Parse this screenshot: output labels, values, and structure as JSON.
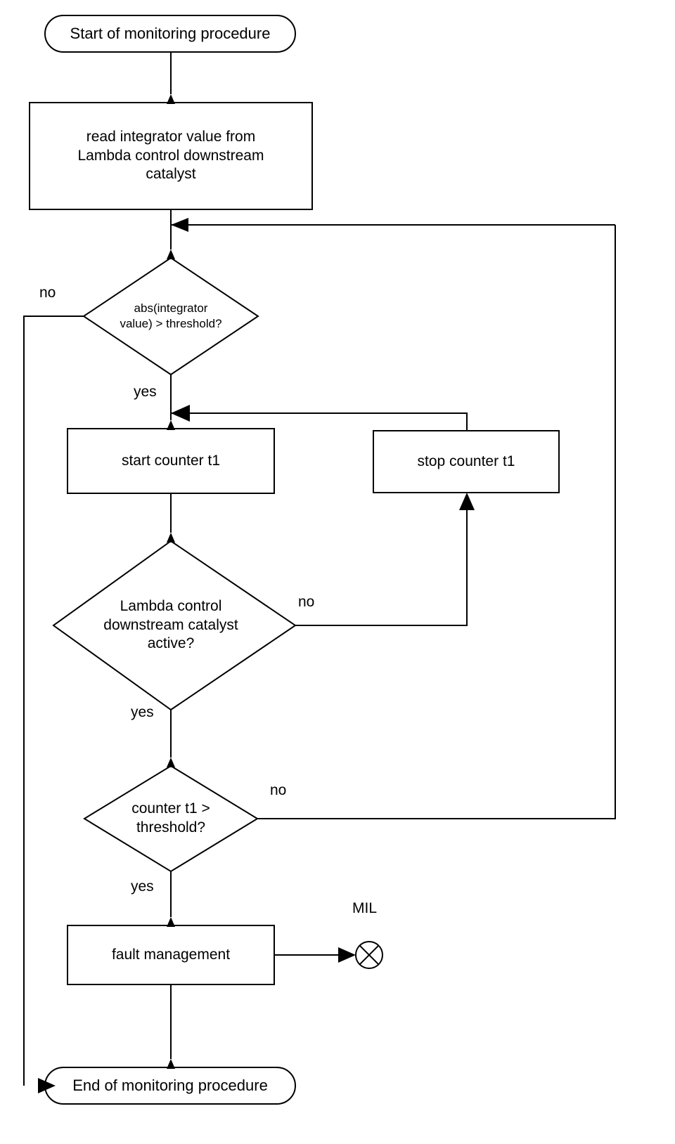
{
  "diagram": {
    "title": "Monitoring procedure flowchart",
    "stroke_color": "#000000",
    "fill_color": "#ffffff",
    "text_color": "#000000"
  },
  "nodes": {
    "start": {
      "label": "Start of monitoring procedure",
      "shape": "terminator"
    },
    "read_integrator": {
      "label": "read integrator value from\nLambda control downstream\ncatalyst",
      "shape": "process"
    },
    "decision_abs": {
      "label": "abs(integrator\nvalue) > threshold?",
      "shape": "decision"
    },
    "start_counter": {
      "label": "start counter t1",
      "shape": "process"
    },
    "stop_counter": {
      "label": "stop counter t1",
      "shape": "process"
    },
    "decision_lambda": {
      "label": "Lambda control\ndownstream catalyst\nactive?",
      "shape": "decision"
    },
    "decision_counter": {
      "label": "counter t1 >\nthreshold?",
      "shape": "decision"
    },
    "fault_management": {
      "label": "fault management",
      "shape": "process"
    },
    "mil": {
      "label": "MIL",
      "shape": "crossed-circle"
    },
    "end": {
      "label": "End of monitoring procedure",
      "shape": "terminator"
    }
  },
  "edge_labels": {
    "abs_no": "no",
    "abs_yes": "yes",
    "lambda_no": "no",
    "lambda_yes": "yes",
    "counter_no": "no",
    "counter_yes": "yes"
  }
}
